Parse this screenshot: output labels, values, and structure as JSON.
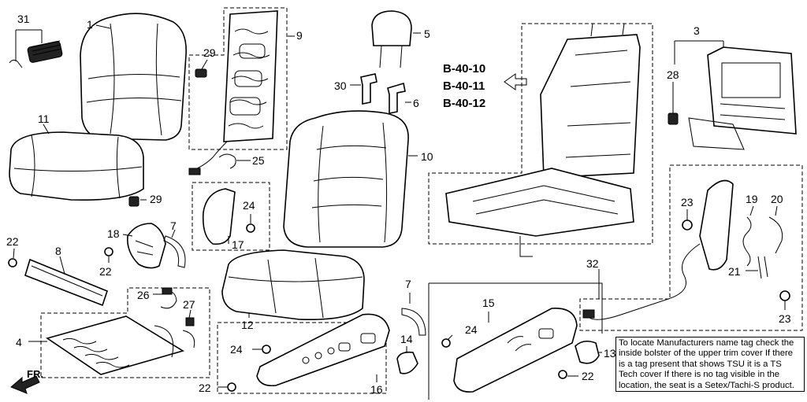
{
  "callouts": [
    {
      "id": "c1",
      "label": "1"
    },
    {
      "id": "c3",
      "label": "3"
    },
    {
      "id": "c4",
      "label": "4"
    },
    {
      "id": "c5",
      "label": "5"
    },
    {
      "id": "c6",
      "label": "6"
    },
    {
      "id": "c7a",
      "label": "7"
    },
    {
      "id": "c7b",
      "label": "7"
    },
    {
      "id": "c8",
      "label": "8"
    },
    {
      "id": "c9",
      "label": "9"
    },
    {
      "id": "c10",
      "label": "10"
    },
    {
      "id": "c11",
      "label": "11"
    },
    {
      "id": "c12",
      "label": "12"
    },
    {
      "id": "c13",
      "label": "13"
    },
    {
      "id": "c14",
      "label": "14"
    },
    {
      "id": "c15",
      "label": "15"
    },
    {
      "id": "c16",
      "label": "16"
    },
    {
      "id": "c17",
      "label": "17"
    },
    {
      "id": "c18",
      "label": "18"
    },
    {
      "id": "c19",
      "label": "19"
    },
    {
      "id": "c20",
      "label": "20"
    },
    {
      "id": "c21",
      "label": "21"
    },
    {
      "id": "c22a",
      "label": "22"
    },
    {
      "id": "c22b",
      "label": "22"
    },
    {
      "id": "c22c",
      "label": "22"
    },
    {
      "id": "c22d",
      "label": "22"
    },
    {
      "id": "c23a",
      "label": "23"
    },
    {
      "id": "c23b",
      "label": "23"
    },
    {
      "id": "c24a",
      "label": "24"
    },
    {
      "id": "c24b",
      "label": "24"
    },
    {
      "id": "c24c",
      "label": "24"
    },
    {
      "id": "c25",
      "label": "25"
    },
    {
      "id": "c26",
      "label": "26"
    },
    {
      "id": "c27",
      "label": "27"
    },
    {
      "id": "c28",
      "label": "28"
    },
    {
      "id": "c29a",
      "label": "29"
    },
    {
      "id": "c29b",
      "label": "29"
    },
    {
      "id": "c30",
      "label": "30"
    },
    {
      "id": "c31",
      "label": "31"
    },
    {
      "id": "c32",
      "label": "32"
    }
  ],
  "references": [
    "B-40-10",
    "B-40-11",
    "B-40-12"
  ],
  "front_label": "FR.",
  "note": "To locate Manufacturers name tag check the inside bolster of the upper trim cover If there is a tag present that shows TSU it is a TS Tech cover If there is no tag visible in the location, the seat is a Setex/Tachi-S product."
}
